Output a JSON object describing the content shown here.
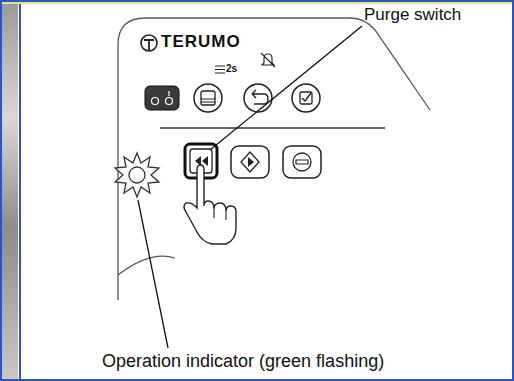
{
  "diagram": {
    "labels": [
      "Purge switch",
      "TERUMO",
      "2s",
      "Operation indicator (green flashing)"
    ]
  }
}
